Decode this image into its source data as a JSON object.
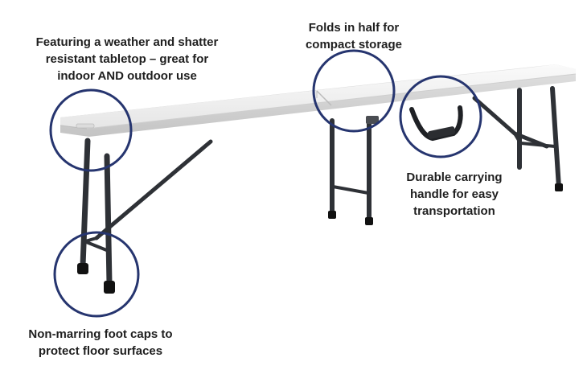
{
  "callouts": {
    "tabletop": {
      "line1": "Featuring a weather and shatter",
      "line2": "resistant tabletop – great for",
      "line3": "indoor AND outdoor use"
    },
    "fold": {
      "line1": "Folds in half for",
      "line2": "compact storage"
    },
    "handle": {
      "line1": "Durable carrying",
      "line2": "handle for easy",
      "line3": "transportation"
    },
    "feet": {
      "line1": "Non-marring foot caps to",
      "line2": "protect floor surfaces"
    }
  },
  "colors": {
    "highlight_circle": "#26356f",
    "bench_top": "#f1f1f1",
    "bench_edge": "#c9c9c9",
    "frame": "#2e3136",
    "foot_cap": "#111111"
  },
  "icons": [
    "folding-bench-illustration",
    "highlight-circle"
  ]
}
